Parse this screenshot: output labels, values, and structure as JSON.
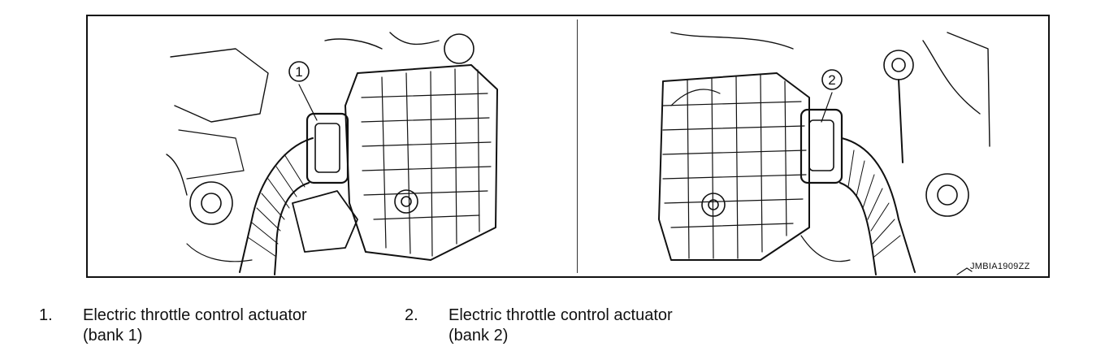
{
  "figure": {
    "code": "JMBIA1909ZZ",
    "callouts": [
      {
        "number": "1"
      },
      {
        "number": "2"
      }
    ]
  },
  "legend": [
    {
      "number": "1.",
      "line1": "Electric throttle control actuator",
      "line2": "(bank 1)"
    },
    {
      "number": "2.",
      "line1": "Electric throttle control actuator",
      "line2": "(bank 2)"
    }
  ]
}
